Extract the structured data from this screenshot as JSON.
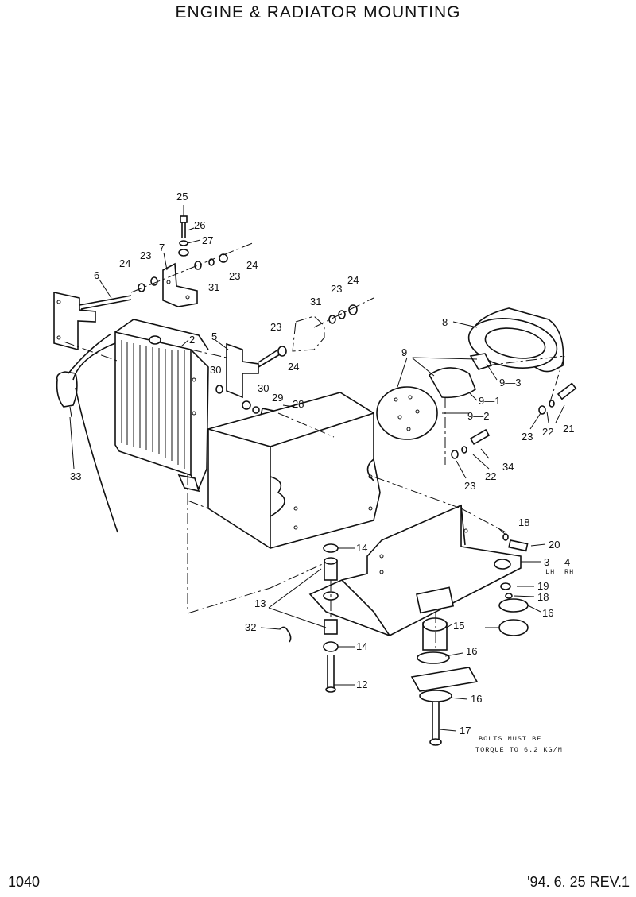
{
  "header": {
    "title": "ENGINE & RADIATOR MOUNTING"
  },
  "footer": {
    "page_number": "1040",
    "revision": "'94. 6. 25 REV.1"
  },
  "callouts": {
    "c2": "2",
    "c3": "3",
    "c4": "4",
    "c4a": "LH",
    "c4b": "RH",
    "c5": "5",
    "c6": "6",
    "c7": "7",
    "c8": "8",
    "c9": "9",
    "c9_1": "9—1",
    "c9_2": "9—2",
    "c9_3": "9—3",
    "c12": "12",
    "c13": "13",
    "c14a": "14",
    "c14b": "14",
    "c15": "15",
    "c16a": "16",
    "c16b": "16",
    "c16c": "16",
    "c17": "17",
    "c18a": "18",
    "c18b": "18",
    "c19": "19",
    "c20": "20",
    "c21": "21",
    "c22a": "22",
    "c22b": "22",
    "c23a": "23",
    "c23b": "23",
    "c23c": "23",
    "c23d": "23",
    "c23e": "23",
    "c23f": "23",
    "c24a": "24",
    "c24b": "24",
    "c24c": "24",
    "c24d": "24",
    "c25": "25",
    "c26": "26",
    "c27": "27",
    "c28": "28",
    "c29": "29",
    "c30a": "30",
    "c30b": "30",
    "c31a": "31",
    "c31b": "31",
    "c32": "32",
    "c33": "33",
    "c34": "34"
  },
  "note": {
    "line1": "BOLTS MUST BE",
    "line2": "TORQUE TO 6.2 KG/M"
  }
}
